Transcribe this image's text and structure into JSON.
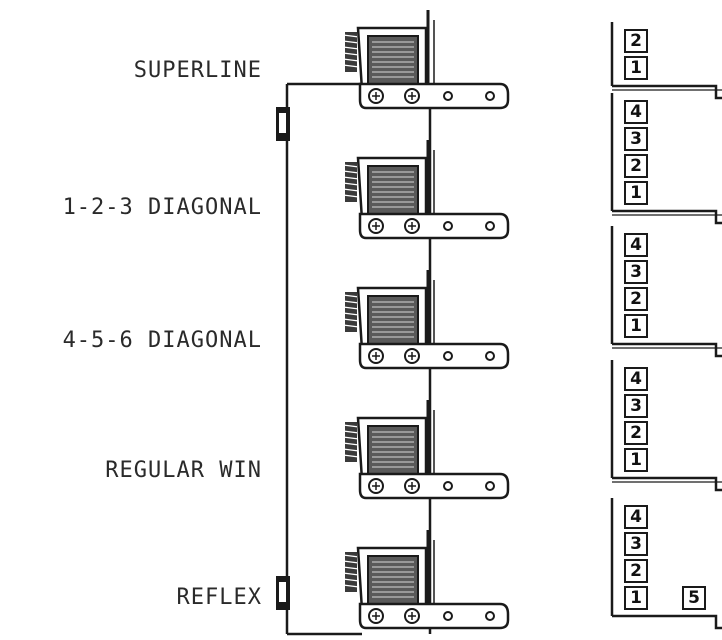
{
  "relays": [
    {
      "label": "SUPERLINE",
      "stack": [
        "2",
        "1"
      ]
    },
    {
      "label": "1-2-3 DIAGONAL",
      "stack": [
        "4",
        "3",
        "2",
        "1"
      ]
    },
    {
      "label": "4-5-6 DIAGONAL",
      "stack": [
        "4",
        "3",
        "2",
        "1"
      ]
    },
    {
      "label": "REGULAR WIN",
      "stack": [
        "4",
        "3",
        "2",
        "1"
      ]
    },
    {
      "label": "REFLEX",
      "stack": [
        "4",
        "3",
        "2",
        "1"
      ],
      "extra": "5"
    }
  ],
  "colors": {
    "ink": "#1a1a1a",
    "paper": "#ffffff",
    "coil": "#6a6a6a"
  }
}
